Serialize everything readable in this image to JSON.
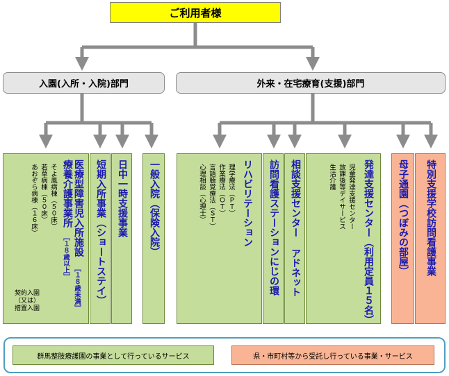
{
  "root": {
    "label": "ご利用者様"
  },
  "departments": {
    "inpatient": "入園(入所・入院)部門",
    "outpatient": "外来・在宅療育(支援)部門"
  },
  "columns": {
    "ryoyo": {
      "title": "療養介護事業所",
      "age": "［１８歳以上］",
      "wards": [
        "そよ風病棟（５０床）",
        "若草病棟（５０床）",
        "あおぞら病棟（１６床）"
      ],
      "contract": [
        "契約入園",
        "（又は）",
        "措置入園"
      ]
    },
    "iryogata": {
      "title": "医療型障害児入所施設",
      "age": "［１８歳未満］"
    },
    "tanki": {
      "title": "短期入所事業（ショートステイ）"
    },
    "nichu": {
      "title": "日中一時支援事業"
    },
    "ippan": {
      "title": "一般入院（保険入院）"
    },
    "rehab": {
      "title": "リハビリテーション",
      "items": [
        "理学療法（ＰＴ）",
        "作業療法（ＯＴ）",
        "言語聴覚療法（ＳＴ）",
        "心理相談（心理士）"
      ]
    },
    "houmon": {
      "title": "訪問看護ステーションにじの環"
    },
    "soudan": {
      "title": "相談支援センター アドネット"
    },
    "hattatsu": {
      "title": "発達支援センター（利用定員１５名）",
      "items": [
        "児童発達支援センター",
        "放課後等デイサービス",
        "生活介護"
      ]
    },
    "boshi": {
      "title": "母子通園（つぼみの部屋）"
    },
    "tokubetsu": {
      "title": "特別支援学校訪問看護事業"
    }
  },
  "legend": {
    "green": "群馬整肢療護園の事業として行っているサービス",
    "orange": "県・市町村等から受託し行っている事業・サービス"
  },
  "colors": {
    "root": "#ffff00",
    "green": "#c4dd9b",
    "orange": "#f8b494",
    "arrow": "#8c8c8c",
    "title_text": "#1a1ab0"
  }
}
